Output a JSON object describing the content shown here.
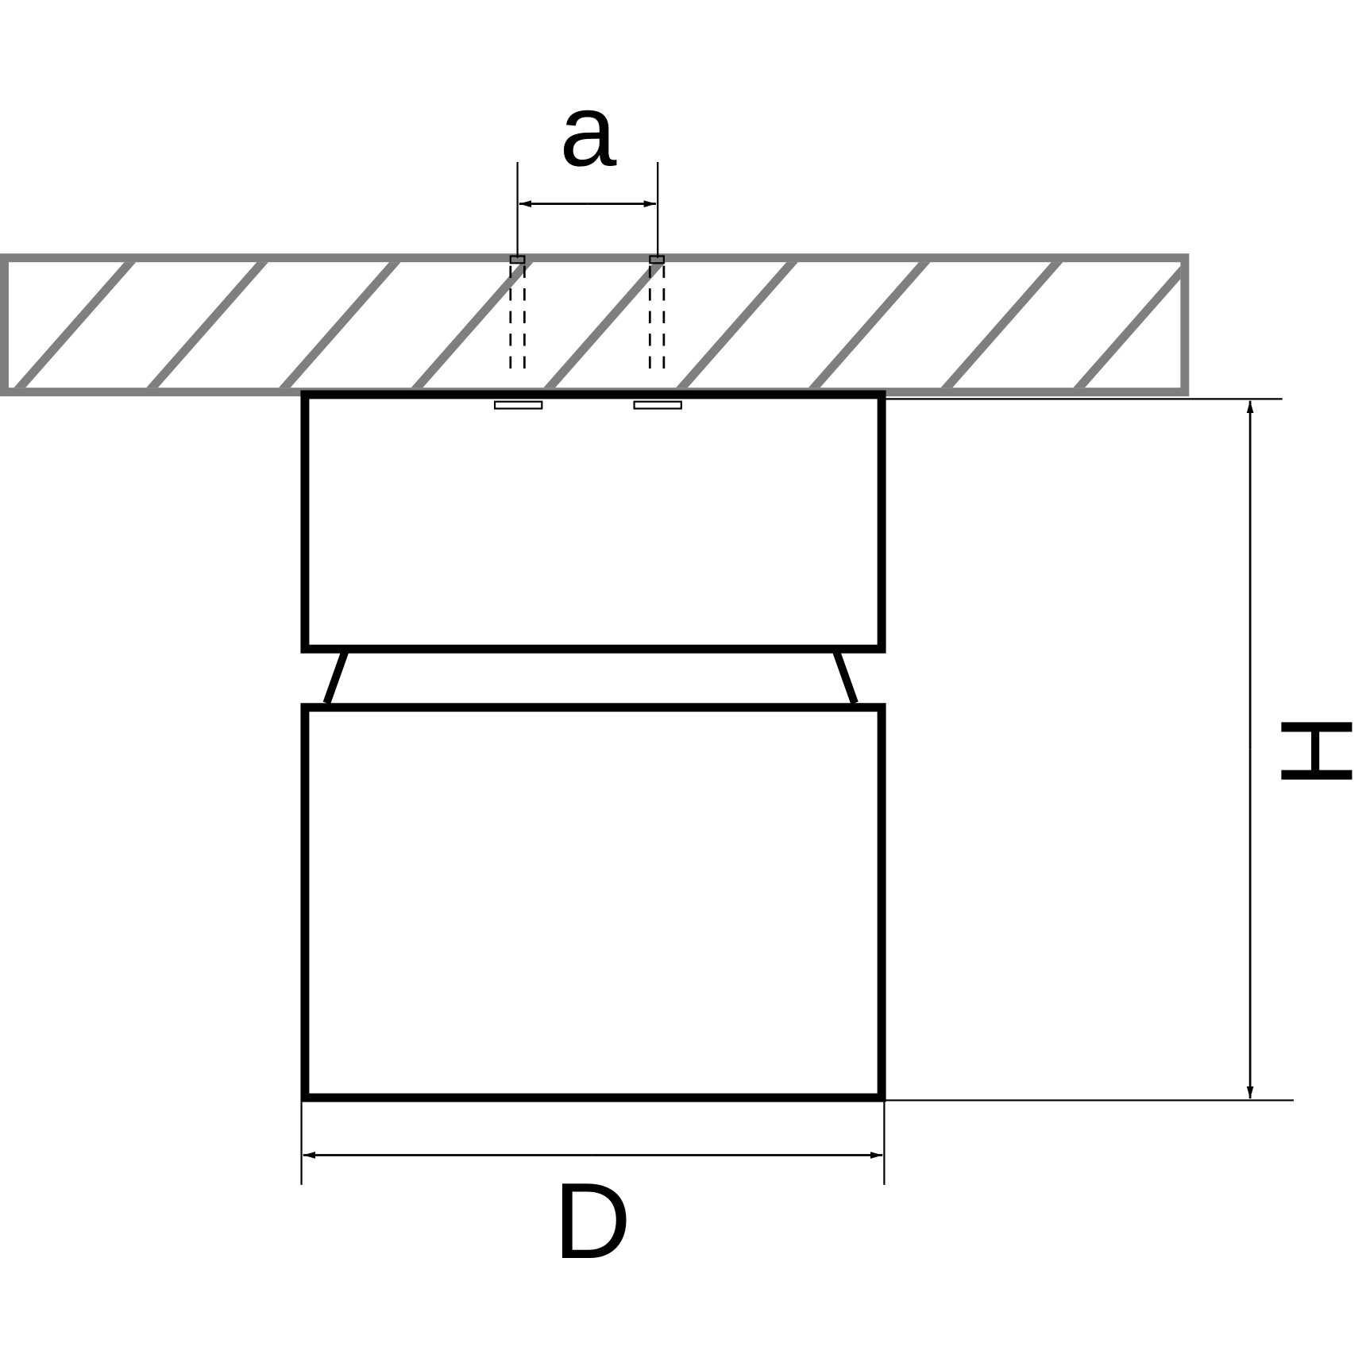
{
  "labels": {
    "a": "a",
    "H": "H",
    "D": "D"
  },
  "colors": {
    "ceiling": "#7f7f7f",
    "outline": "#000000",
    "background": "#ffffff"
  }
}
